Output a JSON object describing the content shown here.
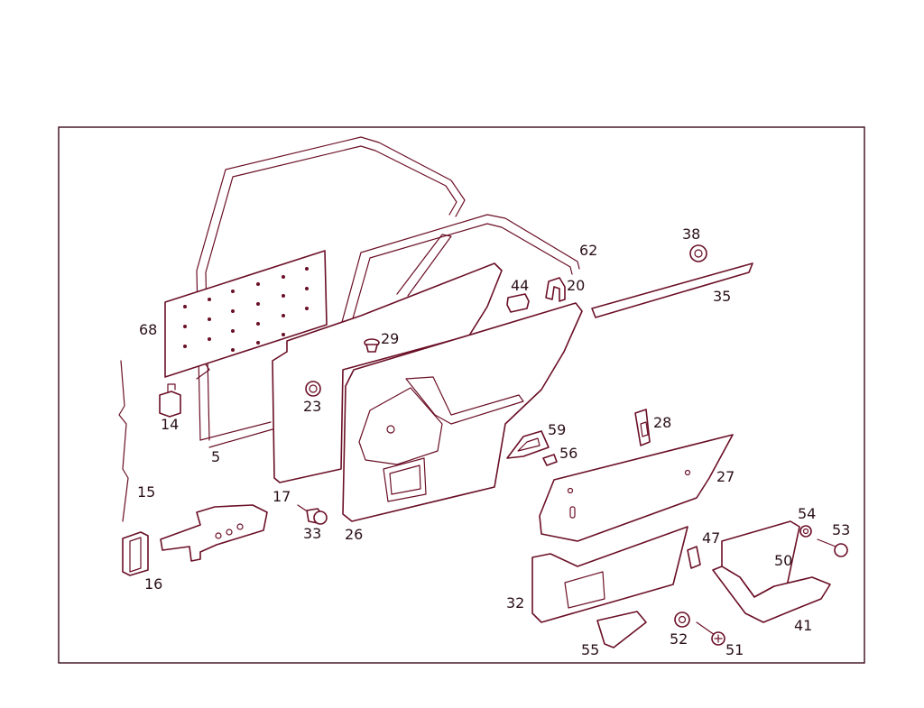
{
  "diagram": {
    "colors": {
      "line": "#6a0f26",
      "frame": "#3a0a1a",
      "text": "#2a1018"
    },
    "callouts": {
      "c5": "5",
      "c14": "14",
      "c15": "15",
      "c16": "16",
      "c17": "17",
      "c20": "20",
      "c23": "23",
      "c26": "26",
      "c27": "27",
      "c28": "28",
      "c29": "29",
      "c32": "32",
      "c33": "33",
      "c35": "35",
      "c38": "38",
      "c41": "41",
      "c44": "44",
      "c47": "47",
      "c50": "50",
      "c51": "51",
      "c52": "52",
      "c53": "53",
      "c54": "54",
      "c55": "55",
      "c56": "56",
      "c59": "59",
      "c62": "62",
      "c68": "68"
    }
  }
}
